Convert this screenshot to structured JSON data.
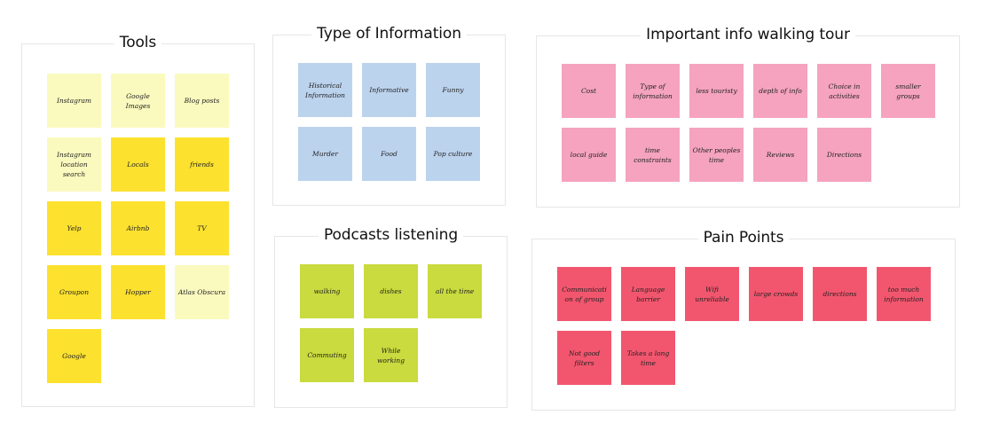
{
  "colors": {
    "light_yellow": "#fafabf",
    "yellow": "#fde12f",
    "blue": "#bcd3ee",
    "pink": "#f5a3bf",
    "green": "#c9db3e",
    "red": "#f2566e",
    "frame_border": "#e6e6e6"
  },
  "frames": {
    "tools": {
      "title": "Tools",
      "notes": [
        {
          "text": "Instagram",
          "color": "light_yellow"
        },
        {
          "text": "Google Images",
          "color": "light_yellow"
        },
        {
          "text": "Blog posts",
          "color": "light_yellow"
        },
        {
          "text": "Instagram location search",
          "color": "light_yellow"
        },
        {
          "text": "Locals",
          "color": "yellow"
        },
        {
          "text": "friends",
          "color": "yellow"
        },
        {
          "text": "Yelp",
          "color": "yellow"
        },
        {
          "text": "Airbnb",
          "color": "yellow"
        },
        {
          "text": "TV",
          "color": "yellow"
        },
        {
          "text": "Groupon",
          "color": "yellow"
        },
        {
          "text": "Hopper",
          "color": "yellow"
        },
        {
          "text": "Atlas Obscura",
          "color": "light_yellow"
        },
        {
          "text": "Google",
          "color": "yellow"
        }
      ]
    },
    "type_of_information": {
      "title": "Type of Information",
      "notes": [
        {
          "text": "Historical Information",
          "color": "blue"
        },
        {
          "text": "Informative",
          "color": "blue"
        },
        {
          "text": "Funny",
          "color": "blue"
        },
        {
          "text": "Murder",
          "color": "blue"
        },
        {
          "text": "Food",
          "color": "blue"
        },
        {
          "text": "Pop culture",
          "color": "blue"
        }
      ]
    },
    "podcasts_listening": {
      "title": "Podcasts listening",
      "notes": [
        {
          "text": "walking",
          "color": "green"
        },
        {
          "text": "dishes",
          "color": "green"
        },
        {
          "text": "all the time",
          "color": "green"
        },
        {
          "text": "Commuting",
          "color": "green"
        },
        {
          "text": "While working",
          "color": "green"
        }
      ]
    },
    "important_info": {
      "title": "Important info walking tour",
      "notes": [
        {
          "text": "Cost",
          "color": "pink"
        },
        {
          "text": "Type of information",
          "color": "pink"
        },
        {
          "text": "less touristy",
          "color": "pink"
        },
        {
          "text": "depth of info",
          "color": "pink"
        },
        {
          "text": "Choice in activities",
          "color": "pink"
        },
        {
          "text": "smaller groups",
          "color": "pink"
        },
        {
          "text": "local guide",
          "color": "pink"
        },
        {
          "text": "time constraints",
          "color": "pink"
        },
        {
          "text": "Other peoples time",
          "color": "pink"
        },
        {
          "text": "Reviews",
          "color": "pink"
        },
        {
          "text": "Directions",
          "color": "pink"
        }
      ]
    },
    "pain_points": {
      "title": "Pain Points",
      "notes": [
        {
          "text": "Communication of group",
          "color": "red"
        },
        {
          "text": "Language barrier",
          "color": "red"
        },
        {
          "text": "Wifi unreliable",
          "color": "red"
        },
        {
          "text": "large crowds",
          "color": "red"
        },
        {
          "text": "directions",
          "color": "red"
        },
        {
          "text": "too much information",
          "color": "red"
        },
        {
          "text": "Not good filters",
          "color": "red"
        },
        {
          "text": "Takes a long time",
          "color": "red"
        }
      ]
    }
  }
}
